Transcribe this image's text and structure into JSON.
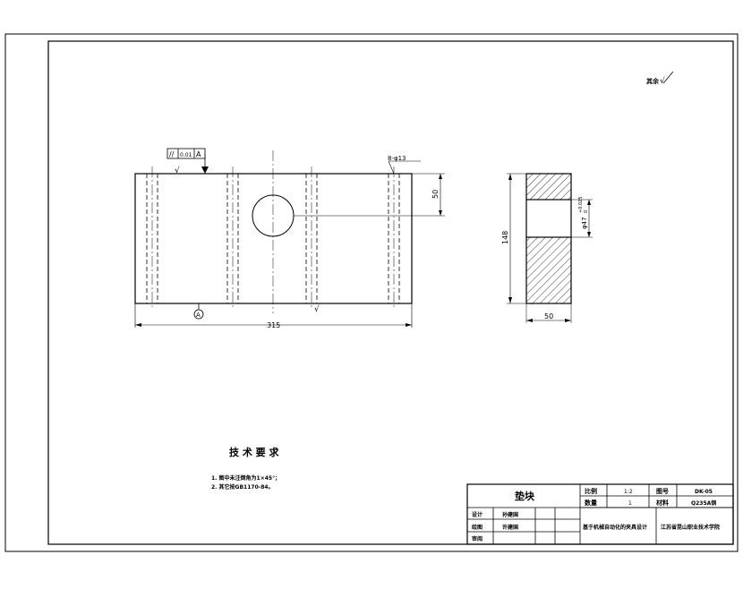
{
  "drawing": {
    "roughness_note": "其余",
    "roughness_symbol": "√",
    "gdt": {
      "symbol": "//",
      "tolerance": "0.01",
      "datum": "A"
    },
    "datum_label": "A",
    "hole_callout": "8-φ13",
    "roughness_main": "√",
    "roughness_bottom": "√",
    "dim_hole_position": "50",
    "dim_length": "315",
    "dim_height": "148",
    "dim_width": "50",
    "dim_bore": "φ47",
    "dim_bore_tol_upper": "+0.025",
    "dim_bore_tol_lower": "0"
  },
  "tech_requirements": {
    "title": "技 术 要 求",
    "items": [
      "1. 图中未注倒角为1×45°；",
      "2. 其它按GB1170-84。"
    ]
  },
  "title_block": {
    "part_name": "垫块",
    "scale_label": "比例",
    "scale_value": "1:2",
    "drawing_no_label": "图号",
    "drawing_no_value": "DK-05",
    "quantity_label": "数量",
    "quantity_value": "1",
    "material_label": "材料",
    "material_value": "Q235A钢",
    "designer_label": "设计",
    "designer_value": "孙建国",
    "drafter_label": "绘图",
    "drafter_value": "许建国",
    "reviewer_label": "审阅",
    "project": "基于机械自动化的夹具设计",
    "school": "江苏省昆山职业技术学院"
  }
}
